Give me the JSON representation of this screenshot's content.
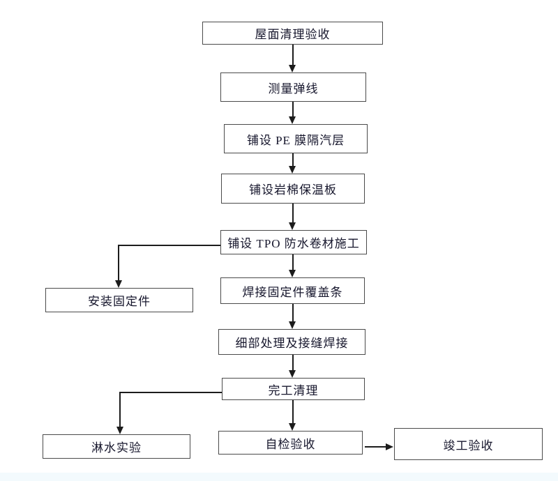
{
  "diagram": {
    "type": "flowchart",
    "nodes": [
      {
        "id": "roof-cleaning-acceptance",
        "label": "屋面清理验收"
      },
      {
        "id": "measure-snap-lines",
        "label": "测量弹线"
      },
      {
        "id": "pe-film-vapor-barrier",
        "label": "铺设 PE 膜隔汽层"
      },
      {
        "id": "rock-wool-insulation-board",
        "label": "铺设岩棉保温板"
      },
      {
        "id": "tpo-membrane-construction",
        "label": "铺设 TPO 防水卷材施工"
      },
      {
        "id": "weld-fastener-cover-strip",
        "label": "焊接固定件覆盖条"
      },
      {
        "id": "detail-and-seam-welding",
        "label": "细部处理及接缝焊接"
      },
      {
        "id": "completion-cleanup",
        "label": "完工清理"
      },
      {
        "id": "self-inspection-acceptance",
        "label": "自检验收"
      },
      {
        "id": "final-acceptance",
        "label": "竣工验收"
      },
      {
        "id": "install-fasteners",
        "label": "安装固定件"
      },
      {
        "id": "water-spray-test",
        "label": "淋水实验"
      }
    ],
    "edges": [
      {
        "from": "屋面清理验收",
        "to": "测量弹线"
      },
      {
        "from": "测量弹线",
        "to": "铺设 PE 膜隔汽层"
      },
      {
        "from": "铺设 PE 膜隔汽层",
        "to": "铺设岩棉保温板"
      },
      {
        "from": "铺设岩棉保温板",
        "to": "铺设 TPO 防水卷材施工"
      },
      {
        "from": "铺设 TPO 防水卷材施工",
        "to": "安装固定件"
      },
      {
        "from": "铺设 TPO 防水卷材施工",
        "to": "焊接固定件覆盖条"
      },
      {
        "from": "焊接固定件覆盖条",
        "to": "细部处理及接缝焊接"
      },
      {
        "from": "细部处理及接缝焊接",
        "to": "完工清理"
      },
      {
        "from": "完工清理",
        "to": "淋水实验"
      },
      {
        "from": "完工清理",
        "to": "自检验收"
      },
      {
        "from": "自检验收",
        "to": "竣工验收"
      }
    ],
    "colors": {
      "box_border": "#4a4a4a",
      "connector_line": "#1c1c1c",
      "text": "#16162c",
      "background": "#ffffff",
      "footer_tint": "#f3fafd"
    }
  }
}
